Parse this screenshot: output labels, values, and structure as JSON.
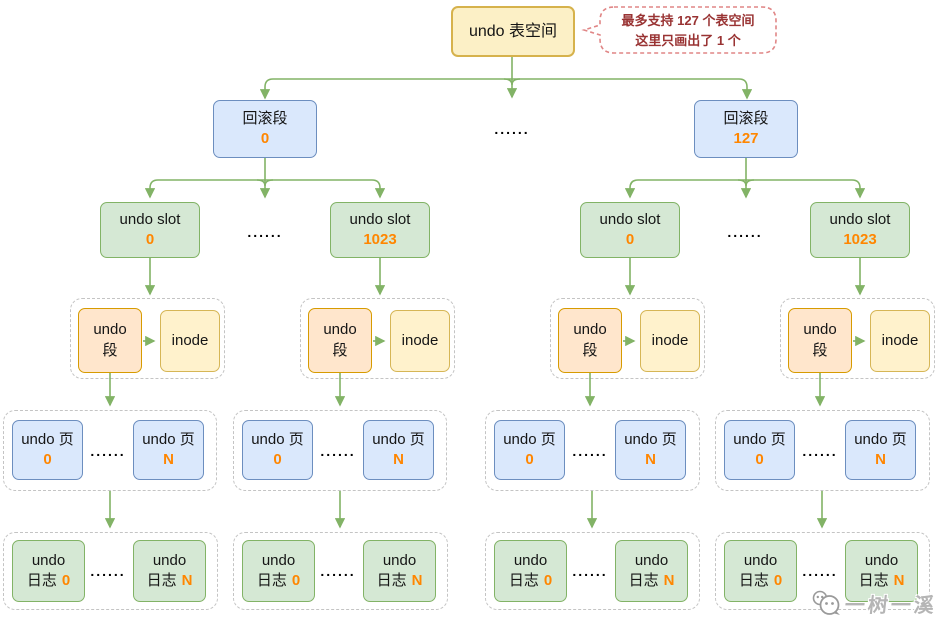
{
  "title": "undo tablespace structure diagram",
  "colors": {
    "arrow_green": "#82b366",
    "blue_fill": "#dae8fc",
    "blue_stroke": "#6c8ebf",
    "green_fill": "#d5e8d4",
    "green_stroke": "#82b366",
    "yellow_fill": "#fff2cc",
    "yellow_stroke": "#d6b656",
    "orange_fill": "#ffe6cc",
    "orange_stroke": "#d79b00",
    "number_orange": "#ff8600",
    "callout_red": "#993333"
  },
  "ellipsis": "......",
  "tablespace": {
    "label": "undo 表空间"
  },
  "callout": {
    "line1": "最多支持 127 个表空间",
    "line2": "这里只画出了 1 个"
  },
  "rollback_segments": [
    {
      "label": "回滚段",
      "num": "0"
    },
    {
      "label": "回滚段",
      "num": "127"
    }
  ],
  "undo_slots": [
    {
      "label": "undo slot",
      "num": "0"
    },
    {
      "label": "undo slot",
      "num": "1023"
    },
    {
      "label": "undo slot",
      "num": "0"
    },
    {
      "label": "undo slot",
      "num": "1023"
    }
  ],
  "segment_groups": [
    {
      "seg": {
        "line1": "undo",
        "line2": "段"
      },
      "inode": "inode"
    },
    {
      "seg": {
        "line1": "undo",
        "line2": "段"
      },
      "inode": "inode"
    },
    {
      "seg": {
        "line1": "undo",
        "line2": "段"
      },
      "inode": "inode"
    },
    {
      "seg": {
        "line1": "undo",
        "line2": "段"
      },
      "inode": "inode"
    }
  ],
  "page_groups": [
    {
      "first": {
        "label": "undo 页",
        "num": "0"
      },
      "last": {
        "label": "undo 页",
        "num": "N"
      },
      "dots": "......"
    },
    {
      "first": {
        "label": "undo 页",
        "num": "0"
      },
      "last": {
        "label": "undo 页",
        "num": "N"
      },
      "dots": "......"
    },
    {
      "first": {
        "label": "undo 页",
        "num": "0"
      },
      "last": {
        "label": "undo 页",
        "num": "N"
      },
      "dots": "......"
    },
    {
      "first": {
        "label": "undo 页",
        "num": "0"
      },
      "last": {
        "label": "undo 页",
        "num": "N"
      },
      "dots": "......"
    }
  ],
  "log_groups": [
    {
      "first": {
        "line1": "undo",
        "line2": "日志",
        "num": "0"
      },
      "last": {
        "line1": "undo",
        "line2": "日志",
        "num": "N"
      },
      "dots": "......"
    },
    {
      "first": {
        "line1": "undo",
        "line2": "日志",
        "num": "0"
      },
      "last": {
        "line1": "undo",
        "line2": "日志",
        "num": "N"
      },
      "dots": "......"
    },
    {
      "first": {
        "line1": "undo",
        "line2": "日志",
        "num": "0"
      },
      "last": {
        "line1": "undo",
        "line2": "日志",
        "num": "N"
      },
      "dots": "......"
    },
    {
      "first": {
        "line1": "undo",
        "line2": "日志",
        "num": "0"
      },
      "last": {
        "line1": "undo",
        "line2": "日志",
        "num": "N"
      },
      "dots": "......"
    }
  ],
  "watermark": {
    "text": "一树一溪"
  }
}
